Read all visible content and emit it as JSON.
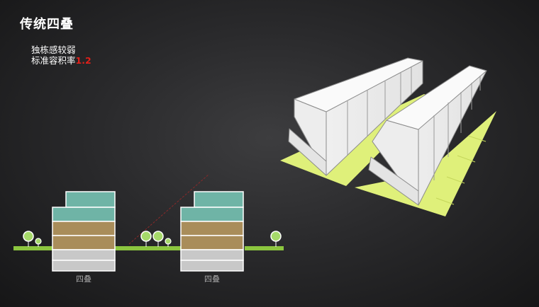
{
  "slide": {
    "title": "传统四叠",
    "description": {
      "line1": "独栋感较弱",
      "line2_prefix": "标准容积率",
      "far_value": "1.2"
    }
  },
  "section": {
    "captions": [
      "四叠",
      "四叠"
    ]
  },
  "colors": {
    "roof_floor": "#6fb4a6",
    "mid_floor": "#a98d5a",
    "ground_floor": "#c8c8c8",
    "lawn": "#8cc63f",
    "tree": "#a6d96a",
    "plot": "#dff07a",
    "highlight": "#e0201a"
  }
}
